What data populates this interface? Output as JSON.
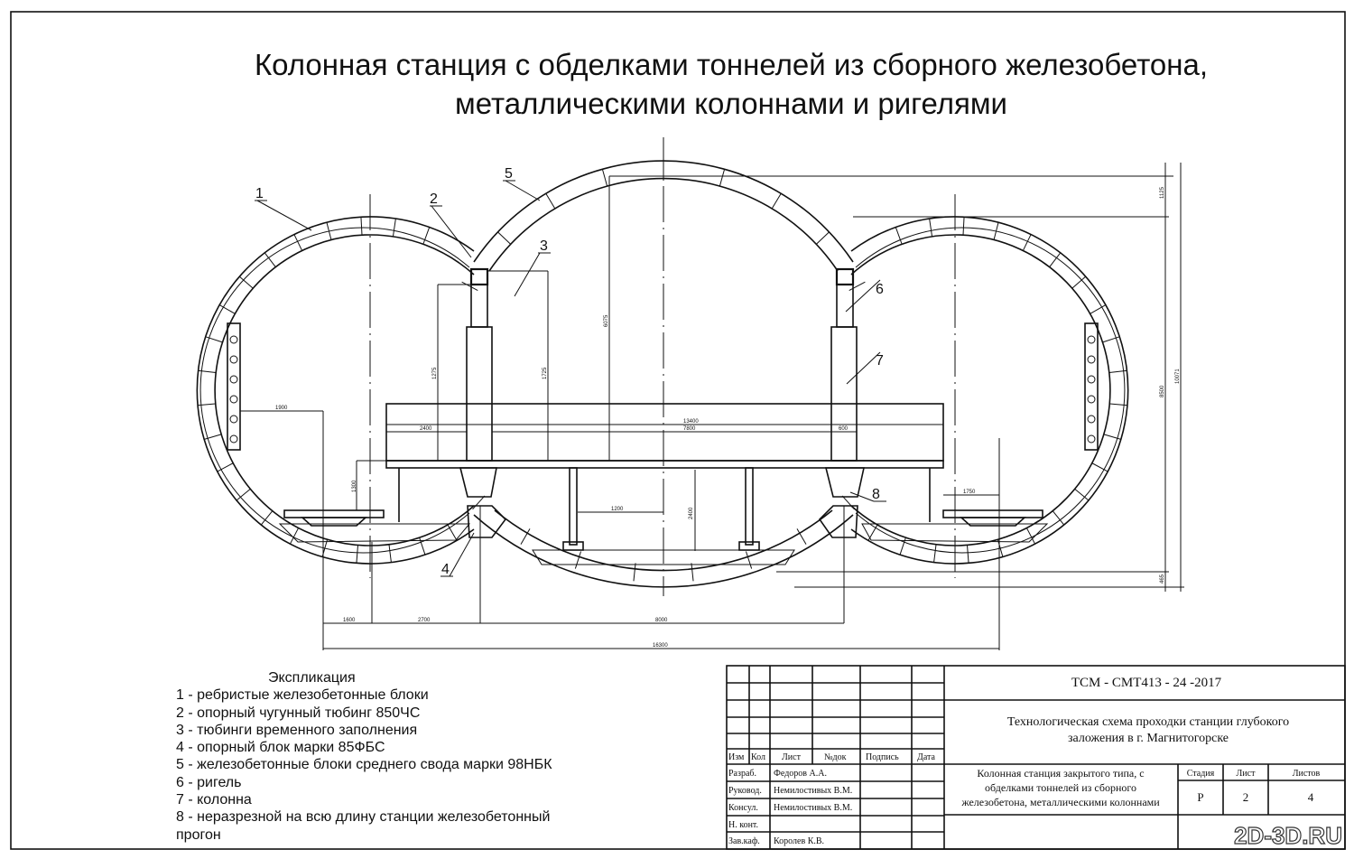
{
  "title": {
    "line1": "Колонная станция с обделками тоннелей из сборного железобетона,",
    "line2": "металлическими колоннами и ригелями"
  },
  "callouts": [
    "1",
    "2",
    "3",
    "4",
    "5",
    "6",
    "7",
    "8"
  ],
  "dimensions": {
    "d1900": "1900",
    "d2400": "2400",
    "d13400": "13400",
    "d7800": "7800",
    "d600": "600",
    "d1300": "1300",
    "d1200": "1200",
    "d2400v": "2400",
    "d1750": "1750",
    "d1275": "1275",
    "d1725": "1725",
    "d6075": "6075",
    "d1600": "1600",
    "d2700": "2700",
    "d8000": "8000",
    "d16300": "16300",
    "d1125": "1125",
    "d8500": "8500",
    "d465": "465",
    "d10071": "10071"
  },
  "legend": {
    "heading": "Экспликация",
    "items": [
      "1 - ребристые железобетонные блоки",
      "2 - опорный чугунный тюбинг 850ЧС",
      "3 - тюбинги временного заполнения",
      "4 - опорный блок марки 85ФБС",
      "5 - железобетонные блоки среднего свода марки 98НБК",
      "6 - ригель",
      "7 - колонна",
      "8 - неразрезной на всю длину станции железобетонный",
      "прогон"
    ]
  },
  "title_block": {
    "code": "ТСМ - СМТ413 - 24 -2017",
    "project_line1": "Технологическая схема проходки станции глубокого",
    "project_line2": "заложения в г. Магнитогорске",
    "headers": [
      "Изм",
      "Кол",
      "Лист",
      "№док",
      "Подпись",
      "Дата"
    ],
    "roles": [
      {
        "role": "Разраб.",
        "name": "Федоров А.А."
      },
      {
        "role": "Руковод.",
        "name": "Немилостивых В.М."
      },
      {
        "role": "Консул.",
        "name": "Немилостивых В.М."
      },
      {
        "role": "Н. конт.",
        "name": ""
      },
      {
        "role": "Зав.каф.",
        "name": "Королев К.В."
      }
    ],
    "sheet_title_line1": "Колонная станция закрытого типа,  с",
    "sheet_title_line2": "обделками тоннелей из сборного",
    "sheet_title_line3": "железобетона, металлическими колоннами",
    "stage_label": "Стадия",
    "sheet_label": "Лист",
    "sheets_label": "Листов",
    "stage": "Р",
    "sheet": "2",
    "sheets": "4",
    "watermark": "2D-3D.RU"
  }
}
